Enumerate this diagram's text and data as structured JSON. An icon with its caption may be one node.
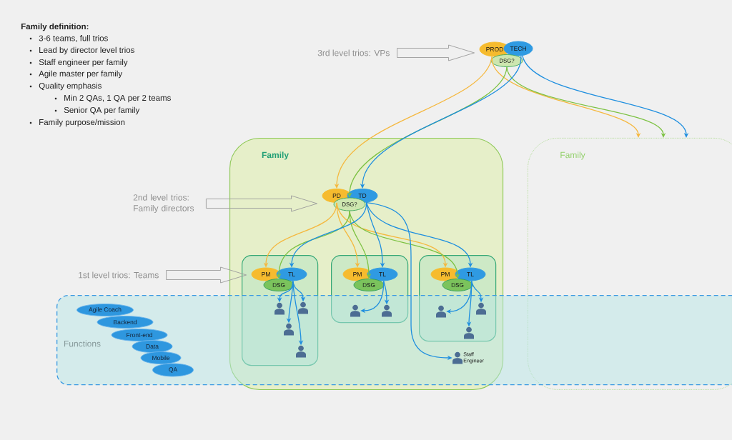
{
  "diagram": {
    "nodes": [
      {
        "text": [
          "3rd level trios: VPs"
        ]
      },
      {
        "text": [
          "PROD"
        ]
      },
      {
        "text": [
          "TECH"
        ]
      },
      {
        "text": [
          "DSG?"
        ]
      },
      {
        "text": [
          "Family"
        ]
      },
      {
        "text": [
          "Family"
        ]
      },
      {
        "text": [
          "2nd level trios: Family directors"
        ]
      },
      {
        "text": [
          "PD"
        ],
        "in": 4
      },
      {
        "text": [
          "TD"
        ],
        "in": 4
      },
      {
        "text": [
          "DSG?"
        ],
        "in": 4
      },
      {
        "text": [
          "1st level trios: Teams"
        ]
      },
      {
        "text": [],
        "shape": "box",
        "in": 4
      },
      {
        "text": [
          "PM"
        ],
        "in": 11
      },
      {
        "text": [
          "TL"
        ],
        "in": 11
      },
      {
        "text": [
          "DSG"
        ],
        "in": 11
      },
      {
        "text": [],
        "shape": "person"
      },
      {
        "text": [],
        "shape": "person"
      },
      {
        "text": [],
        "shape": "person"
      },
      {
        "text": [],
        "shape": "person"
      },
      {
        "text": [],
        "shape": "box",
        "in": 4
      },
      {
        "text": [
          "PM"
        ],
        "in": 19
      },
      {
        "text": [
          "TL"
        ],
        "in": 19
      },
      {
        "text": [
          "DSG"
        ],
        "in": 19
      },
      {
        "text": [],
        "shape": "person"
      },
      {
        "text": [],
        "shape": "person"
      },
      {
        "text": [],
        "shape": "box",
        "in": 4
      },
      {
        "text": [
          "PM"
        ],
        "in": 25
      },
      {
        "text": [
          "TL"
        ],
        "in": 25
      },
      {
        "text": [
          "DSG"
        ],
        "in": 25
      },
      {
        "text": [],
        "shape": "person"
      },
      {
        "text": [],
        "shape": "person"
      },
      {
        "text": [],
        "shape": "person"
      },
      {
        "text": [],
        "shape": "person",
        "beside": [
          "Staff Engineer"
        ]
      },
      {
        "text": [
          "Functions"
        ]
      },
      {
        "text": [
          "Agile Coach"
        ],
        "in": 33
      },
      {
        "text": [
          "Backend"
        ],
        "in": 33
      },
      {
        "text": [
          "Front-end"
        ],
        "in": 33
      },
      {
        "text": [
          "Data"
        ],
        "in": 33
      },
      {
        "text": [
          "Mobile"
        ],
        "in": 33
      },
      {
        "text": [
          "QA"
        ],
        "in": 33
      }
    ],
    "edges": [
      {
        "from": 0,
        "to": 1,
        "arrow": "to",
        "style": "thick",
        "color": "#9b9b9b"
      },
      {
        "from": 6,
        "to": 7,
        "arrow": "to",
        "style": "thick",
        "color": "#9b9b9b"
      },
      {
        "from": 10,
        "to": 12,
        "arrow": "to",
        "style": "thick",
        "color": "#9b9b9b"
      },
      {
        "from": 1,
        "to": 5,
        "arrow": "to",
        "color": "#f5b83f"
      },
      {
        "from": 3,
        "to": 5,
        "arrow": "to",
        "color": "#7dc243"
      },
      {
        "from": 2,
        "to": 5,
        "arrow": "to"
      },
      {
        "from": 1,
        "to": 7,
        "arrow": "to",
        "color": "#f5b83f"
      },
      {
        "from": 3,
        "to": 9,
        "arrow": "to",
        "color": "#7dc243"
      },
      {
        "from": 2,
        "to": 8,
        "arrow": "to"
      },
      {
        "from": 7,
        "to": 12,
        "arrow": "to",
        "color": "#f5b83f"
      },
      {
        "from": 7,
        "to": 20,
        "arrow": "to",
        "color": "#f5b83f"
      },
      {
        "from": 7,
        "to": 26,
        "arrow": "to",
        "color": "#f5b83f"
      },
      {
        "from": 9,
        "to": 14,
        "arrow": "to",
        "color": "#7dc243"
      },
      {
        "from": 9,
        "to": 22,
        "arrow": "to",
        "color": "#7dc243"
      },
      {
        "from": 9,
        "to": 28,
        "arrow": "to",
        "color": "#7dc243"
      },
      {
        "from": 8,
        "to": 13,
        "arrow": "to"
      },
      {
        "from": 8,
        "to": 21,
        "arrow": "to"
      },
      {
        "from": 8,
        "to": 27,
        "arrow": "to"
      },
      {
        "from": 8,
        "to": 32,
        "arrow": "to"
      },
      {
        "from": 13,
        "to": 15,
        "arrow": "to"
      },
      {
        "from": 13,
        "to": 16,
        "arrow": "to"
      },
      {
        "from": 13,
        "to": 17,
        "arrow": "to"
      },
      {
        "from": 13,
        "to": 18,
        "arrow": "to"
      },
      {
        "from": 21,
        "to": 23,
        "arrow": "to"
      },
      {
        "from": 21,
        "to": 24,
        "arrow": "to"
      },
      {
        "from": 27,
        "to": 29,
        "arrow": "to"
      },
      {
        "from": 27,
        "to": 30,
        "arrow": "to"
      },
      {
        "from": 27,
        "to": 31,
        "arrow": "to"
      }
    ],
    "labels": [
      "Family definition:",
      "3-6 teams, full trios",
      "Lead by director level trios",
      "Staff engineer per family",
      "Agile master per family",
      "Quality emphasis",
      "Min 2 QAs, 1 QA per 2 teams",
      "Senior QA per family",
      "Family purpose/mission"
    ]
  }
}
